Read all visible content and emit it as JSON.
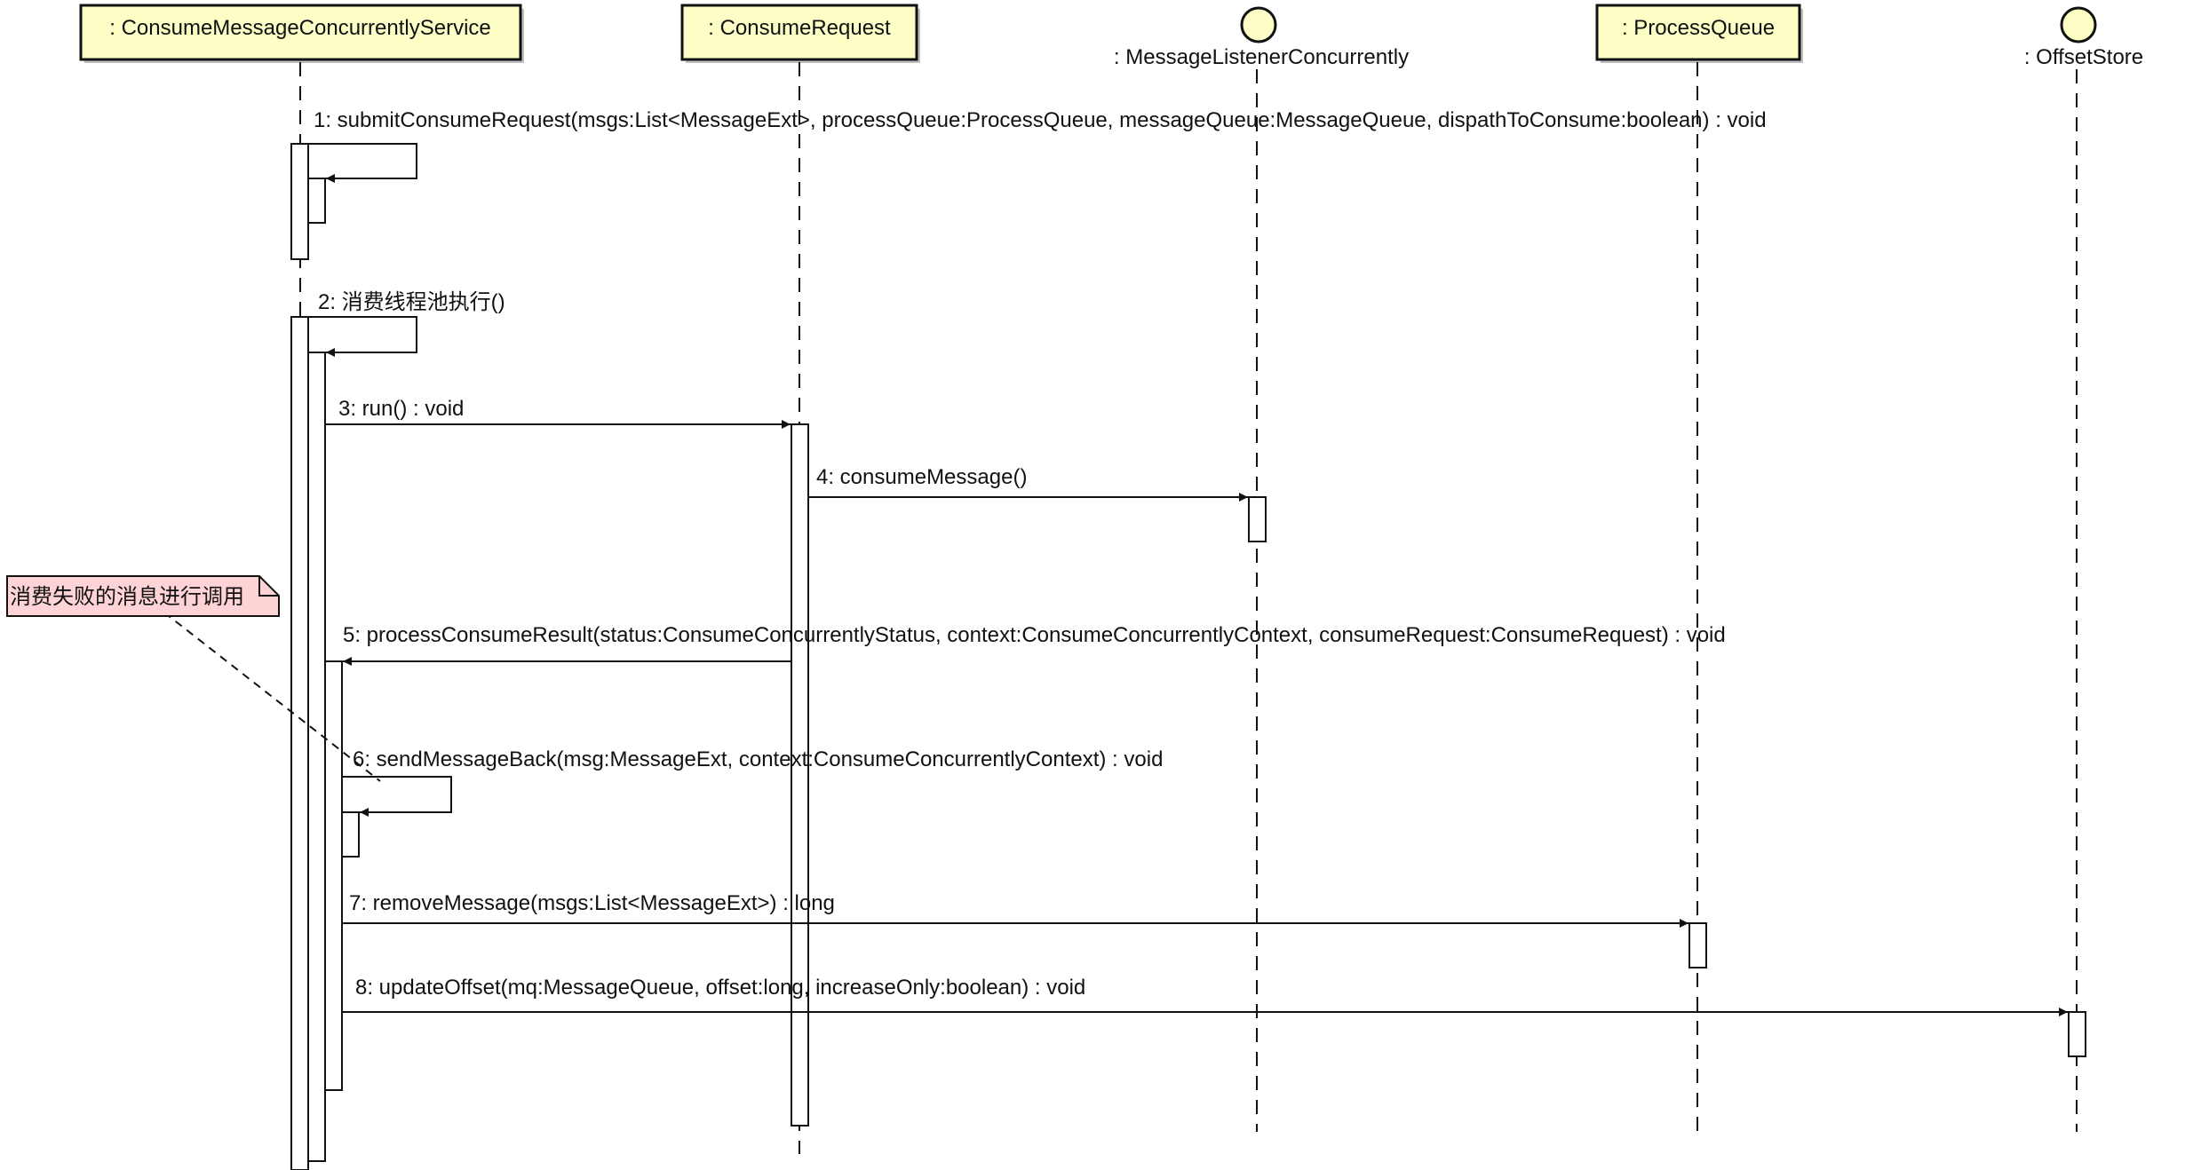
{
  "colors": {
    "participant_fill": "#fdfdc6",
    "note_fill": "#fdd3d6",
    "line": "#111111",
    "background": "#ffffff"
  },
  "participants": [
    {
      "id": "p1",
      "label": ": ConsumeMessageConcurrentlyService",
      "shape": "box"
    },
    {
      "id": "p2",
      "label": ": ConsumeRequest",
      "shape": "box"
    },
    {
      "id": "p3",
      "label": ": MessageListenerConcurrently",
      "shape": "circle"
    },
    {
      "id": "p4",
      "label": ": ProcessQueue",
      "shape": "box"
    },
    {
      "id": "p5",
      "label": ": OffsetStore",
      "shape": "circle"
    }
  ],
  "messages": [
    {
      "id": "m1",
      "label": "1: submitConsumeRequest(msgs:List<MessageExt>, processQueue:ProcessQueue, messageQueue:MessageQueue, dispathToConsume:boolean) : void",
      "from": "p1",
      "to": "p1",
      "kind": "self"
    },
    {
      "id": "m2",
      "label": "2: 消费线程池执行()",
      "from": "p1",
      "to": "p1",
      "kind": "self"
    },
    {
      "id": "m3",
      "label": "3: run() : void",
      "from": "p1",
      "to": "p2",
      "kind": "call"
    },
    {
      "id": "m4",
      "label": "4: consumeMessage()",
      "from": "p2",
      "to": "p3",
      "kind": "call"
    },
    {
      "id": "m5",
      "label": "5: processConsumeResult(status:ConsumeConcurrentlyStatus, context:ConsumeConcurrentlyContext, consumeRequest:ConsumeRequest) : void",
      "from": "p2",
      "to": "p1",
      "kind": "call"
    },
    {
      "id": "m6",
      "label": "6: sendMessageBack(msg:MessageExt, context:ConsumeConcurrentlyContext) : void",
      "from": "p1",
      "to": "p1",
      "kind": "self"
    },
    {
      "id": "m7",
      "label": "7: removeMessage(msgs:List<MessageExt>) : long",
      "from": "p1",
      "to": "p4",
      "kind": "call"
    },
    {
      "id": "m8",
      "label": "8: updateOffset(mq:MessageQueue, offset:long, increaseOnly:boolean) : void",
      "from": "p1",
      "to": "p5",
      "kind": "call"
    }
  ],
  "note": {
    "text": "消费失败的消息进行调用",
    "attached_to": "m6"
  }
}
